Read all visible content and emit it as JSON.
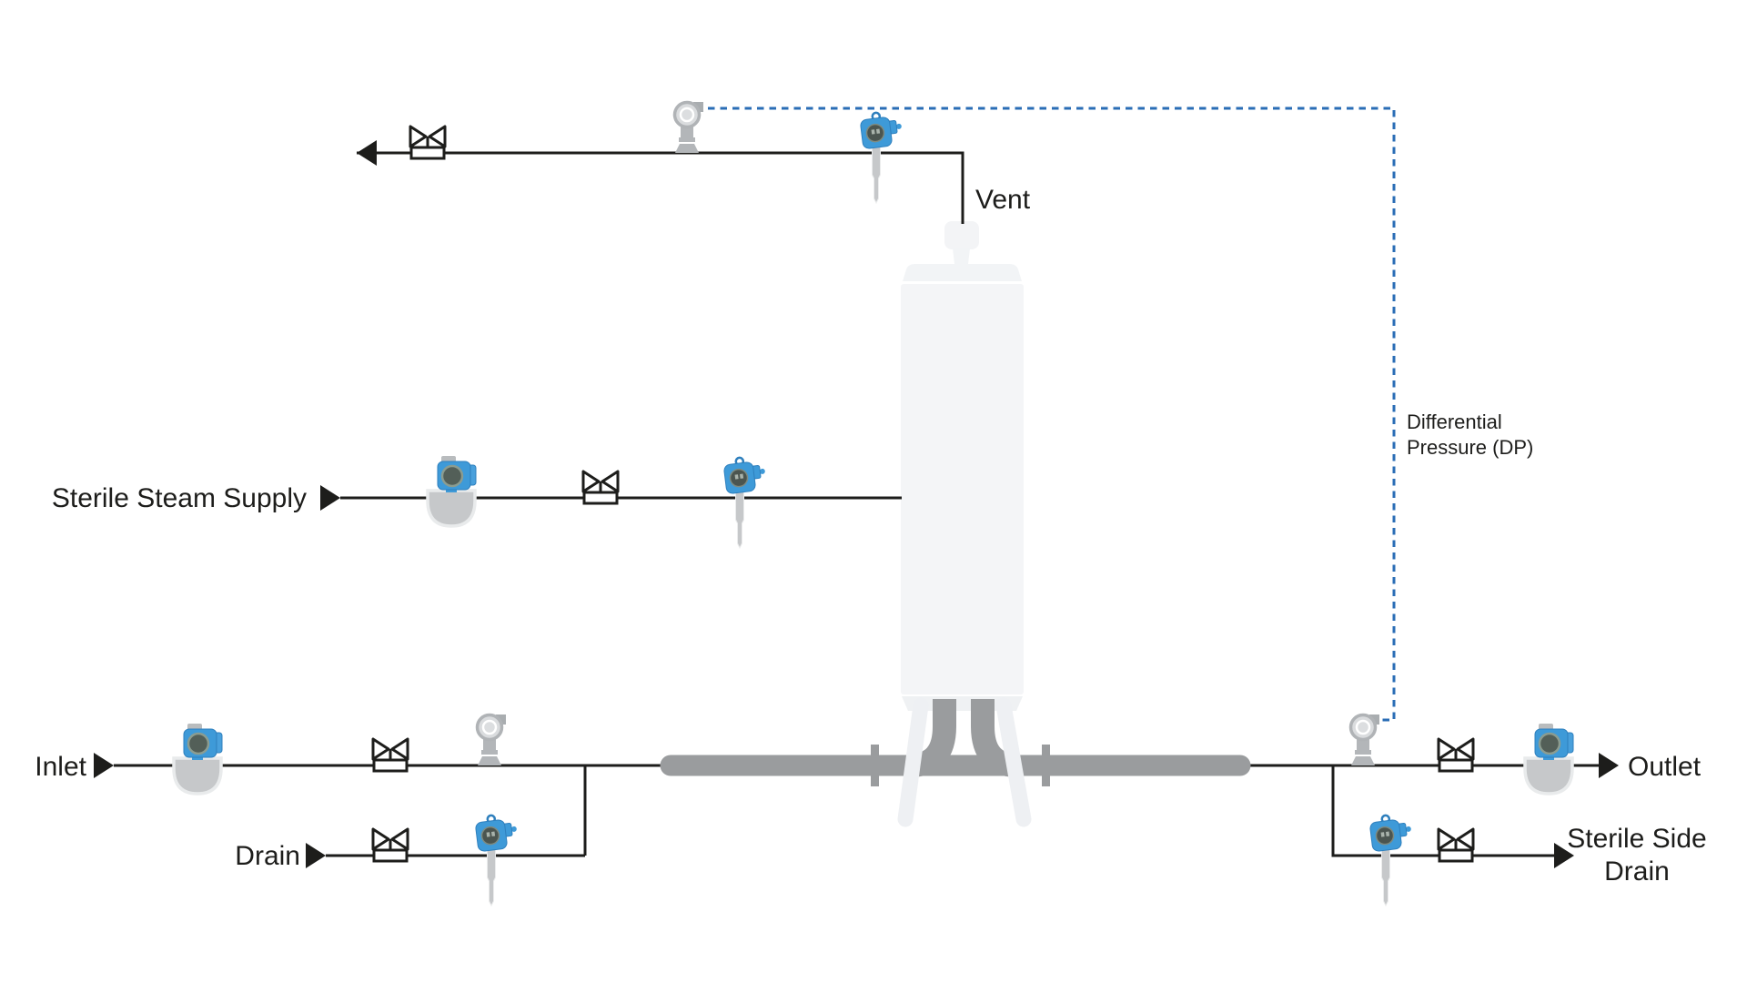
{
  "diagram": {
    "description": "Sterile filtration process piping and instrumentation diagram",
    "background": "#ffffff",
    "labels": {
      "vent": "Vent",
      "sterile_steam_supply": "Sterile Steam Supply",
      "inlet": "Inlet",
      "drain": "Drain",
      "outlet": "Outlet",
      "sterile_side_drain_1": "Sterile Side",
      "sterile_side_drain_2": "Drain",
      "dp_1": "Differential",
      "dp_2": "Pressure (DP)"
    },
    "colors": {
      "process_line": "#1d1d1b",
      "dp_signal_line": "#2a6db6",
      "instrument_blue": "#3e9ad8",
      "instrument_blue_dark": "#2e7fbd",
      "pipe_gray": "#9a9c9e",
      "meter_body_gray": "#c6c8ca",
      "transmitter_gray": "#b3b6b9",
      "vessel_fill": "#f4f5f7"
    },
    "icons": {
      "valve": "bowtie-valve-icon",
      "flow_meter": "coriolis-flow-meter-icon",
      "pressure_transmitter": "pressure-transmitter-icon",
      "temperature_sensor": "temperature-sensor-icon",
      "flow_arrow": "flow-direction-arrow-icon",
      "vessel": "filter-housing-vessel"
    }
  }
}
